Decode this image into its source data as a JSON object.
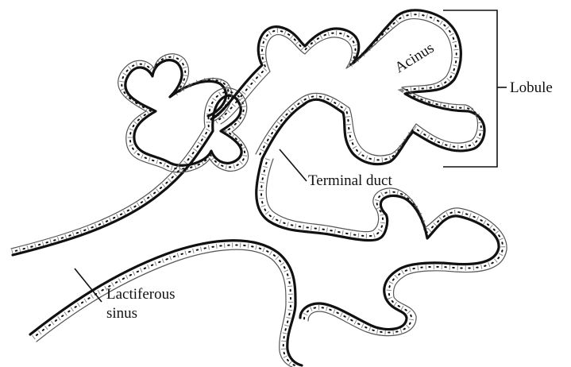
{
  "diagram": {
    "labels": {
      "acinus": "Acinus",
      "lobule": "Lobule",
      "terminal_duct": "Terminal duct",
      "lactiferous_sinus_line1": "Lactiferous",
      "lactiferous_sinus_line2": "sinus"
    }
  }
}
